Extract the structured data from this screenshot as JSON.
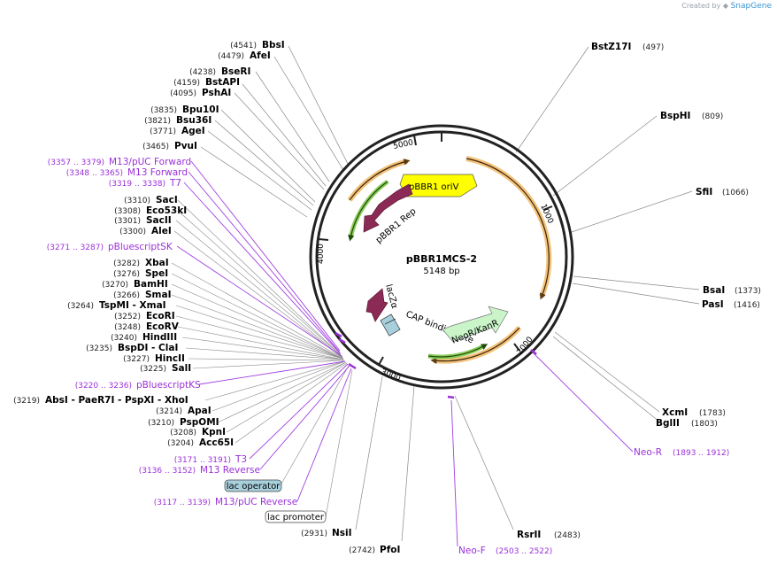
{
  "credit": {
    "prefix": "Created by",
    "brand": "SnapGene"
  },
  "plasmid": {
    "name": "pBBR1MCS-2",
    "size": "5148 bp"
  },
  "ticks": [
    "1000",
    "2000",
    "3000",
    "4000",
    "5000"
  ],
  "enzymes_right": [
    {
      "name": "BstZ17I",
      "pos": "(497)"
    },
    {
      "name": "BspHI",
      "pos": "(809)"
    },
    {
      "name": "SfiI",
      "pos": "(1066)"
    },
    {
      "name": "BsaI",
      "pos": "(1373)"
    },
    {
      "name": "PasI",
      "pos": "(1416)"
    },
    {
      "name": "XcmI",
      "pos": "(1783)"
    },
    {
      "name": "BglII",
      "pos": "(1803)"
    }
  ],
  "enzymes_left": [
    {
      "name": "BbsI",
      "pos": "(4541)"
    },
    {
      "name": "AfeI",
      "pos": "(4479)"
    },
    {
      "name": "BseRI",
      "pos": "(4238)"
    },
    {
      "name": "BstAPI",
      "pos": "(4159)"
    },
    {
      "name": "PshAI",
      "pos": "(4095)"
    },
    {
      "name": "Bpu10I",
      "pos": "(3835)"
    },
    {
      "name": "Bsu36I",
      "pos": "(3821)"
    },
    {
      "name": "AgeI",
      "pos": "(3771)"
    },
    {
      "name": "PvuI",
      "pos": "(3465)"
    },
    {
      "name": "SacI",
      "pos": "(3310)"
    },
    {
      "name": "Eco53kI",
      "pos": "(3308)"
    },
    {
      "name": "SacII",
      "pos": "(3301)"
    },
    {
      "name": "AleI",
      "pos": "(3300)"
    },
    {
      "name": "XbaI",
      "pos": "(3282)"
    },
    {
      "name": "SpeI",
      "pos": "(3276)"
    },
    {
      "name": "BamHI",
      "pos": "(3270)"
    },
    {
      "name": "SmaI",
      "pos": "(3266)"
    },
    {
      "name": "TspMI  -  XmaI",
      "pos": "(3264)"
    },
    {
      "name": "EcoRI",
      "pos": "(3252)"
    },
    {
      "name": "EcoRV",
      "pos": "(3248)"
    },
    {
      "name": "HindIII",
      "pos": "(3240)"
    },
    {
      "name": "BspDI  -  ClaI",
      "pos": "(3235)"
    },
    {
      "name": "HincII",
      "pos": "(3227)"
    },
    {
      "name": "SalI",
      "pos": "(3225)"
    },
    {
      "name": "AbsI  -  PaeR7I  -  PspXI  -  XhoI",
      "pos": "(3219)"
    },
    {
      "name": "ApaI",
      "pos": "(3214)"
    },
    {
      "name": "PspOMI",
      "pos": "(3210)"
    },
    {
      "name": "KpnI",
      "pos": "(3208)"
    },
    {
      "name": "Acc65I",
      "pos": "(3204)"
    }
  ],
  "enzymes_bottom": [
    {
      "name": "NsiI",
      "pos": "(2931)"
    },
    {
      "name": "PfoI",
      "pos": "(2742)"
    },
    {
      "name": "RsrII",
      "pos": "(2483)"
    }
  ],
  "primers": [
    {
      "name": "M13/pUC Forward",
      "pos": "(3357 .. 3379)"
    },
    {
      "name": "M13 Forward",
      "pos": "(3348 .. 3365)"
    },
    {
      "name": "T7",
      "pos": "(3319 .. 3338)"
    },
    {
      "name": "pBluescriptSK",
      "pos": "(3271 .. 3287)"
    },
    {
      "name": "pBluescriptKS",
      "pos": "(3220 .. 3236)"
    },
    {
      "name": "T3",
      "pos": "(3171 .. 3191)"
    },
    {
      "name": "M13 Reverse",
      "pos": "(3136 .. 3152)"
    },
    {
      "name": "M13/pUC Reverse",
      "pos": "(3117 .. 3139)"
    },
    {
      "name": "Neo-R",
      "pos": "(1893 .. 1912)"
    },
    {
      "name": "Neo-F",
      "pos": "(2503 .. 2522)"
    }
  ],
  "boxed_features": [
    {
      "name": "lac operator"
    },
    {
      "name": "lac promoter"
    }
  ],
  "features": {
    "oriv": "pBBR1 oriV",
    "rep": "pBBR1 Rep",
    "cap": "CAP binding site",
    "neo": "NeoR/KanR",
    "lacz": "lacZα"
  },
  "colors": {
    "backbone": "#222222",
    "enzyme_line": "#777777",
    "primer": "#9b30d9",
    "orf_orange": "#e8a33a",
    "orf_green": "#4a9a1e",
    "rep_purple": "#8b2a55",
    "oriv_yellow": "#ffff00",
    "neo_green": "#c9f5c9",
    "operator_box": "#a8d0dc"
  }
}
